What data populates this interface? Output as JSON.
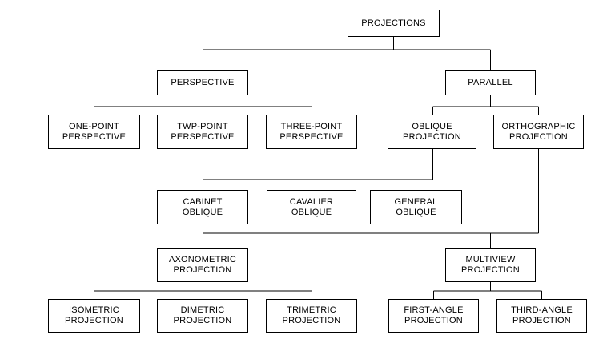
{
  "diagram": {
    "type": "tree",
    "nodes": {
      "projections": {
        "label": "PROJECTIONS"
      },
      "perspective": {
        "label": "PERSPECTIVE"
      },
      "parallel": {
        "label": "PARALLEL"
      },
      "one_point": {
        "label": "ONE-POINT\nPERSPECTIVE"
      },
      "twp_point": {
        "label": "TWP-POINT\nPERSPECTIVE"
      },
      "three_point": {
        "label": "THREE-POINT\nPERSPECTIVE"
      },
      "oblique": {
        "label": "OBLIQUE\nPROJECTION"
      },
      "orthographic": {
        "label": "ORTHOGRAPHIC\nPROJECTION"
      },
      "cabinet": {
        "label": "CABINET\nOBLIQUE"
      },
      "cavalier": {
        "label": "CAVALIER\nOBLIQUE"
      },
      "general": {
        "label": "GENERAL\nOBLIQUE"
      },
      "axonometric": {
        "label": "AXONOMETRIC\nPROJECTION"
      },
      "multiview": {
        "label": "MULTIVIEW\nPROJECTION"
      },
      "isometric": {
        "label": "ISOMETRIC\nPROJECTION"
      },
      "dimetric": {
        "label": "DIMETRIC\nPROJECTION"
      },
      "trimetric": {
        "label": "TRIMETRIC\nPROJECTION"
      },
      "first_angle": {
        "label": "FIRST-ANGLE\nPROJECTION"
      },
      "third_angle": {
        "label": "THIRD-ANGLE\nPROJECTION"
      }
    },
    "edges": [
      {
        "from": "PROJECTIONS",
        "to": "PERSPECTIVE"
      },
      {
        "from": "PROJECTIONS",
        "to": "PARALLEL"
      },
      {
        "from": "PERSPECTIVE",
        "to": "ONE-POINT PERSPECTIVE"
      },
      {
        "from": "PERSPECTIVE",
        "to": "TWP-POINT PERSPECTIVE"
      },
      {
        "from": "PERSPECTIVE",
        "to": "THREE-POINT PERSPECTIVE"
      },
      {
        "from": "PARALLEL",
        "to": "OBLIQUE PROJECTION"
      },
      {
        "from": "PARALLEL",
        "to": "ORTHOGRAPHIC PROJECTION"
      },
      {
        "from": "OBLIQUE PROJECTION",
        "to": "CABINET OBLIQUE"
      },
      {
        "from": "OBLIQUE PROJECTION",
        "to": "CAVALIER OBLIQUE"
      },
      {
        "from": "OBLIQUE PROJECTION",
        "to": "GENERAL OBLIQUE"
      },
      {
        "from": "ORTHOGRAPHIC PROJECTION",
        "to": "AXONOMETRIC PROJECTION"
      },
      {
        "from": "ORTHOGRAPHIC PROJECTION",
        "to": "MULTIVIEW PROJECTION"
      },
      {
        "from": "AXONOMETRIC PROJECTION",
        "to": "ISOMETRIC PROJECTION"
      },
      {
        "from": "AXONOMETRIC PROJECTION",
        "to": "DIMETRIC PROJECTION"
      },
      {
        "from": "AXONOMETRIC PROJECTION",
        "to": "TRIMETRIC PROJECTION"
      },
      {
        "from": "MULTIVIEW PROJECTION",
        "to": "FIRST-ANGLE PROJECTION"
      },
      {
        "from": "MULTIVIEW PROJECTION",
        "to": "THIRD-ANGLE PROJECTION"
      }
    ],
    "colors": {
      "background": "#ffffff",
      "box_fill": "#ffffff",
      "box_border": "#000000",
      "line": "#000000",
      "text": "#000000"
    }
  }
}
